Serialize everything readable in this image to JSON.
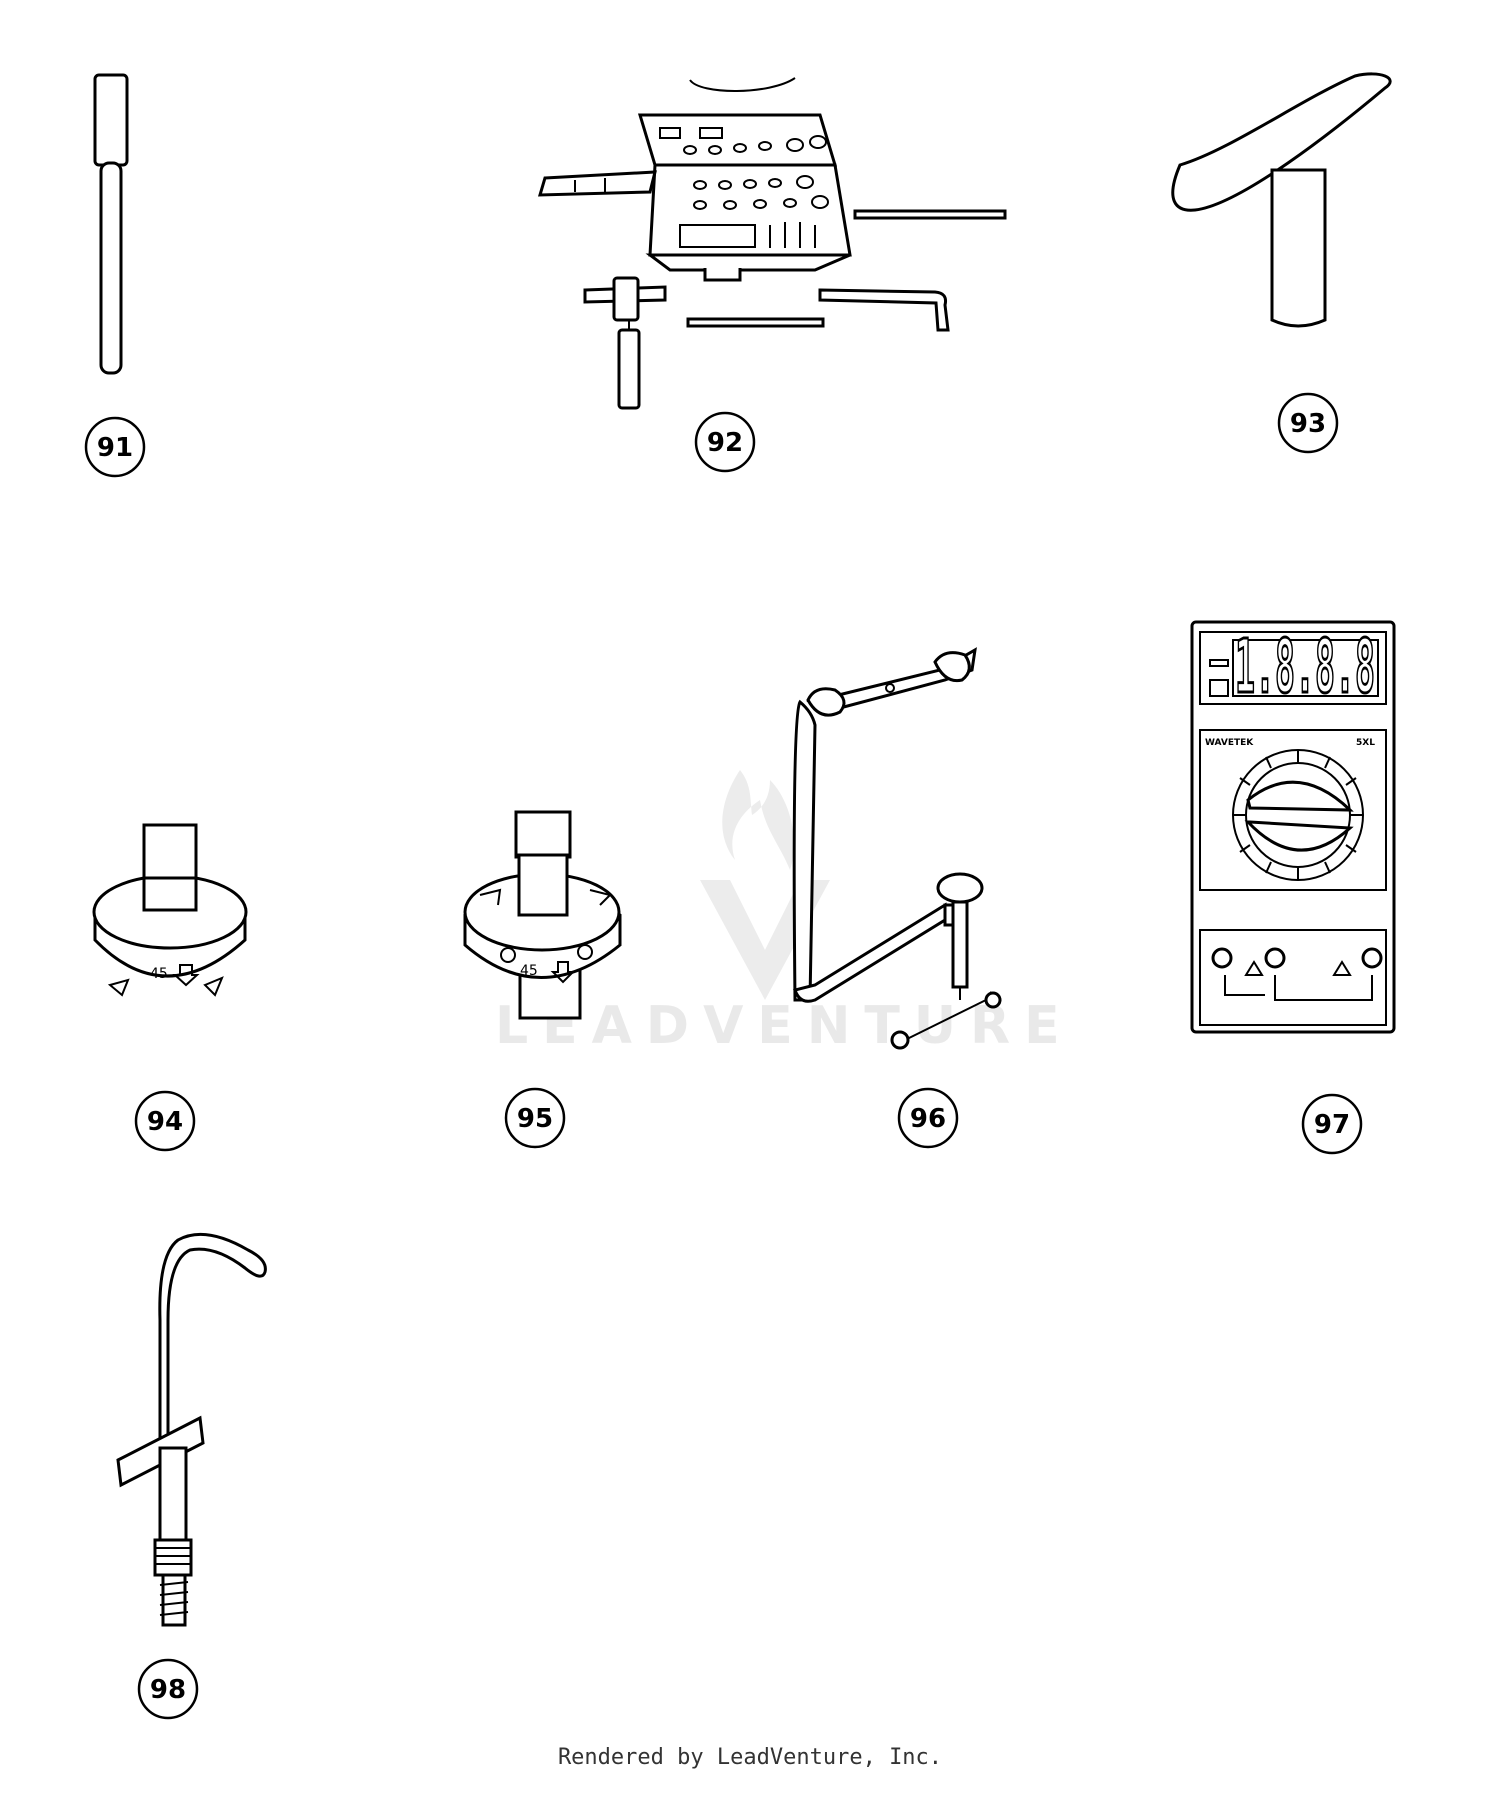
{
  "callouts": [
    "91",
    "92",
    "93",
    "94",
    "95",
    "96",
    "97",
    "98"
  ],
  "labels": {
    "cutter_94_angle": "45",
    "cutter_95_angle": "45",
    "meter_brand": "WAVETEK",
    "meter_model": "5XL",
    "meter_display": "1.8.8.8"
  },
  "watermark": "LEADVENTURE",
  "footer": "Rendered by LeadVenture, Inc."
}
